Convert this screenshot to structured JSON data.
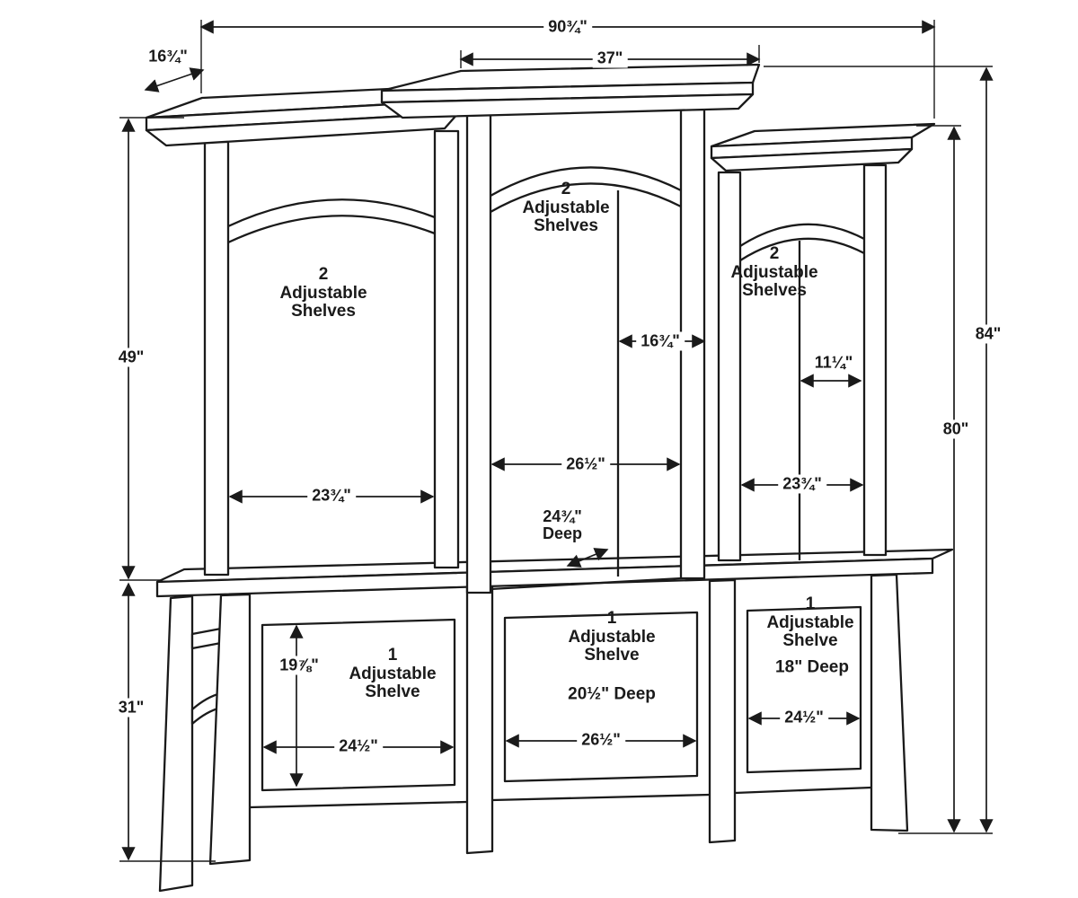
{
  "page": {
    "background": "#ffffff",
    "line_color": "#1a1a1a"
  },
  "dims": {
    "total_width": "90¾\"",
    "center_section_width": "37\"",
    "cap_depth": "16¾\"",
    "upper_height": "49\"",
    "base_height": "31\"",
    "total_height": "84\"",
    "side_tower_height": "80\"",
    "center_inner_partial_width": "16¾\"",
    "right_inner_partial_width": "11¼\"",
    "center_opening_width": "26½\"",
    "left_opening_width": "23¾\"",
    "right_opening_width": "23¾\"",
    "center_top_depth_line1": "24¾\"",
    "center_top_depth_line2": "Deep",
    "base_panel_height": "19⅞\"",
    "base_left_width": "24½\"",
    "base_center_width": "26½\"",
    "base_right_width": "24½\"",
    "base_center_depth": "20½\" Deep",
    "base_right_depth": "18\" Deep"
  },
  "sections": {
    "upper_left": {
      "count": "2",
      "l1": "Adjustable",
      "l2": "Shelves"
    },
    "upper_center": {
      "count": "2",
      "l1": "Adjustable",
      "l2": "Shelves"
    },
    "upper_right": {
      "count": "2",
      "l1": "Adjustable",
      "l2": "Shelves"
    },
    "lower_left": {
      "count": "1",
      "l1": "Adjustable",
      "l2": "Shelve"
    },
    "lower_center": {
      "count": "1",
      "l1": "Adjustable",
      "l2": "Shelve"
    },
    "lower_right": {
      "count": "1",
      "l1": "Adjustable",
      "l2": "Shelve"
    }
  }
}
